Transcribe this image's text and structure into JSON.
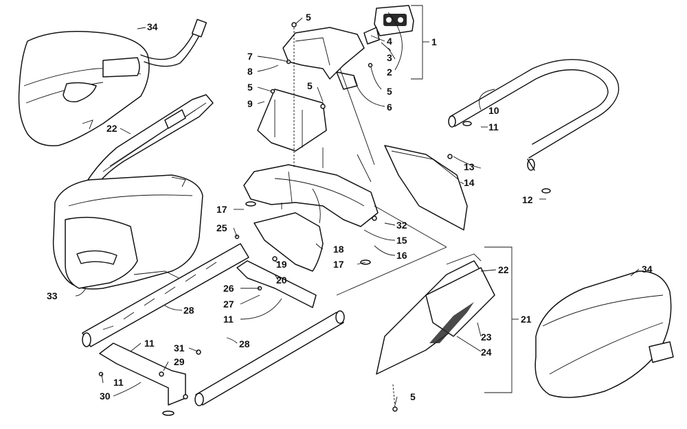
{
  "callouts": {
    "c1": "1",
    "c2": "2",
    "c3": "3",
    "c4": "4",
    "c5a": "5",
    "c5b": "5",
    "c5c": "5",
    "c5d": "5",
    "c5e": "5",
    "c6": "6",
    "c7": "7",
    "c8": "8",
    "c9": "9",
    "c10": "10",
    "c11a": "11",
    "c11b": "11",
    "c11c": "11",
    "c11d": "11",
    "c12": "12",
    "c13": "13",
    "c14": "14",
    "c15": "15",
    "c16": "16",
    "c17a": "17",
    "c17b": "17",
    "c18": "18",
    "c19": "19",
    "c20": "20",
    "c21": "21",
    "c22a": "22",
    "c22b": "22",
    "c23": "23",
    "c24": "24",
    "c25": "25",
    "c26": "26",
    "c27": "27",
    "c28a": "28",
    "c28b": "28",
    "c29": "29",
    "c30": "30",
    "c31": "31",
    "c32": "32",
    "c33": "33",
    "c34a": "34",
    "c34b": "34"
  },
  "colors": {
    "ink": "#111111",
    "background": "#ffffff"
  }
}
